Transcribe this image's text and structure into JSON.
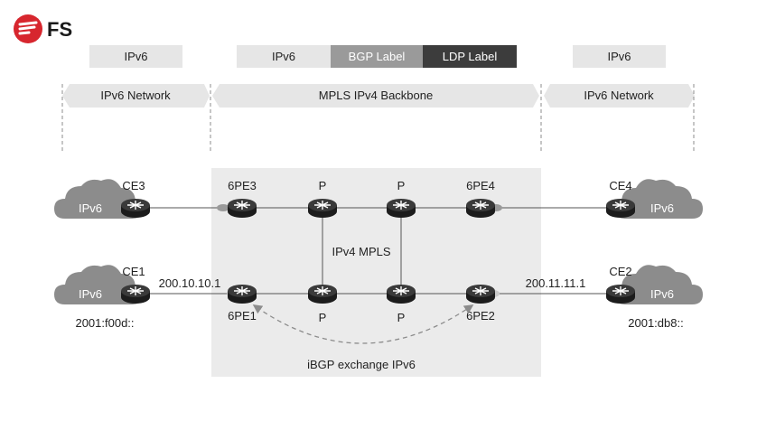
{
  "logo": {
    "text": "FS",
    "color": "#d7262e"
  },
  "header_boxes": {
    "left": "IPv6",
    "mid": "IPv6",
    "bgp": "BGP Label",
    "ldp": "LDP Label",
    "right": "IPv6"
  },
  "zones": {
    "left": "IPv6 Network",
    "center": "MPLS IPv4 Backbone",
    "right": "IPv6 Network"
  },
  "nodes": {
    "ce3": "CE3",
    "ce1": "CE1",
    "ce4": "CE4",
    "ce2": "CE2",
    "pe3": "6PE3",
    "pe1": "6PE1",
    "pe4": "6PE4",
    "pe2": "6PE2",
    "p_top_left": "P",
    "p_top_right": "P",
    "p_bot_left": "P",
    "p_bot_right": "P"
  },
  "clouds": {
    "tl": "IPv6",
    "bl": "IPv6",
    "tr": "IPv6",
    "br": "IPv6"
  },
  "labels": {
    "ipv4_mpls": "IPv4 MPLS",
    "addr_left": "200.10.10.1",
    "addr_right": "200.11.11.1",
    "prefix_left": "2001:f00d::",
    "prefix_right": "2001:db8::",
    "ibgp": "iBGP exchange IPv6"
  },
  "colors": {
    "header_box": "#e6e6e6",
    "bgp_box": "#9a9a9a",
    "ldp_box": "#3c3c3c",
    "backbone_bg": "#ebebeb",
    "cloud": "#8c8c8c",
    "router": "#2e2e2e"
  }
}
